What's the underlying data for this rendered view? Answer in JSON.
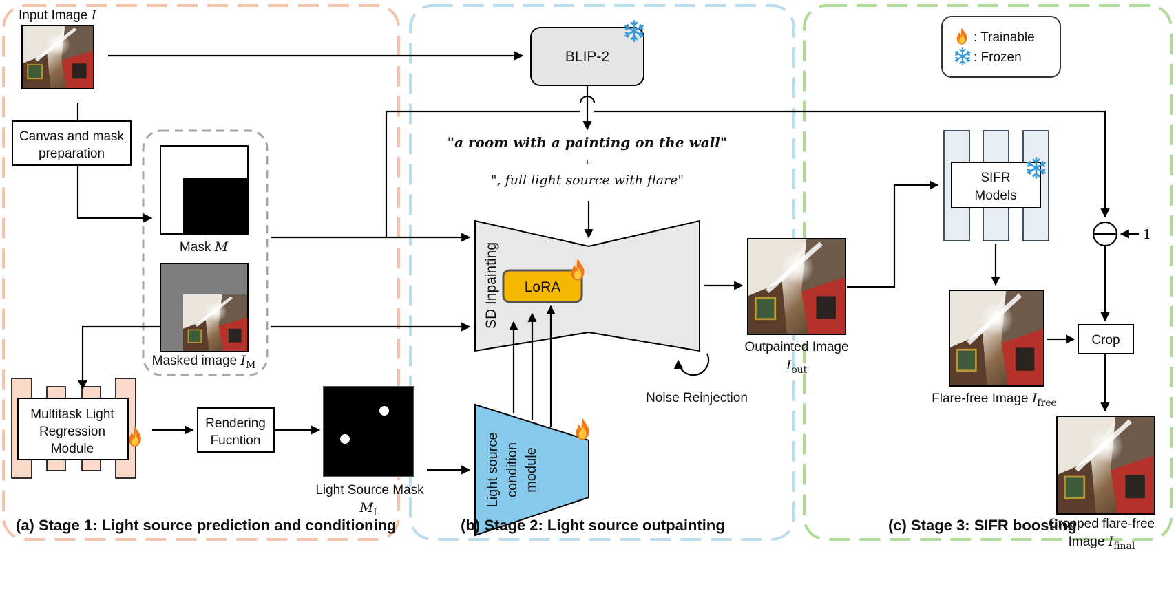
{
  "legend": {
    "trainable": ": Trainable",
    "frozen": ": Frozen",
    "trainable_icon": "flame-icon",
    "frozen_icon": "snowflake-icon"
  },
  "stages": {
    "stage1": "(a) Stage 1: Light source prediction and conditioning",
    "stage2": "(b) Stage 2: Light source outpainting",
    "stage3": "(c) Stage 3: SIFR boosting"
  },
  "stage_colors": {
    "stage1": "#f4c2a8",
    "stage2": "#b9dcef",
    "stage3": "#aedb95"
  },
  "labels": {
    "input_image": "Input Image",
    "input_image_sym": "I",
    "canvas_line1": "Canvas and mask",
    "canvas_line2": "preparation",
    "mask": "Mask",
    "mask_sym": "M",
    "masked_image": "Masked image",
    "masked_image_sym": "I",
    "masked_image_sub": "M",
    "mlr_line1": "Multitask Light",
    "mlr_line2": "Regression",
    "mlr_line3": "Module",
    "render_line1": "Rendering",
    "render_line2": "Fucntion",
    "light_mask_line1": "Light Source Mask",
    "light_mask_sym": "M",
    "light_mask_sub": "L",
    "blip": "BLIP-2",
    "prompt1": "\"a room with a painting on the wall\"",
    "plus": "+",
    "prompt2": "\", full light source with flare\"",
    "sd_inpainting": "SD Inpainting",
    "lora": "LoRA",
    "lsc_line1": "Light source",
    "lsc_line2": "condition",
    "lsc_line3": "module",
    "outpainted": "Outpainted Image",
    "outpainted_sym": "I",
    "outpainted_sub": "out",
    "noise": "Noise Reinjection",
    "sifr_line1": "SIFR",
    "sifr_line2": "Models",
    "subtract_input": "1",
    "crop": "Crop",
    "flare_free": "Flare-free Image",
    "flare_free_sym": "I",
    "flare_free_sub": "free",
    "cropped_line1": "Cropped flare-free",
    "cropped_line2": "Image",
    "cropped_sym": "I",
    "cropped_sub": "final"
  },
  "colors": {
    "lora_fill": "#f5b800",
    "lsc_fill": "#87c9ea",
    "sd_fill": "#e8e8e8",
    "blip_fill": "#e6e6e6",
    "mlr_fill": "#fbd9c8",
    "sifr_fill": "#e8edf1"
  }
}
